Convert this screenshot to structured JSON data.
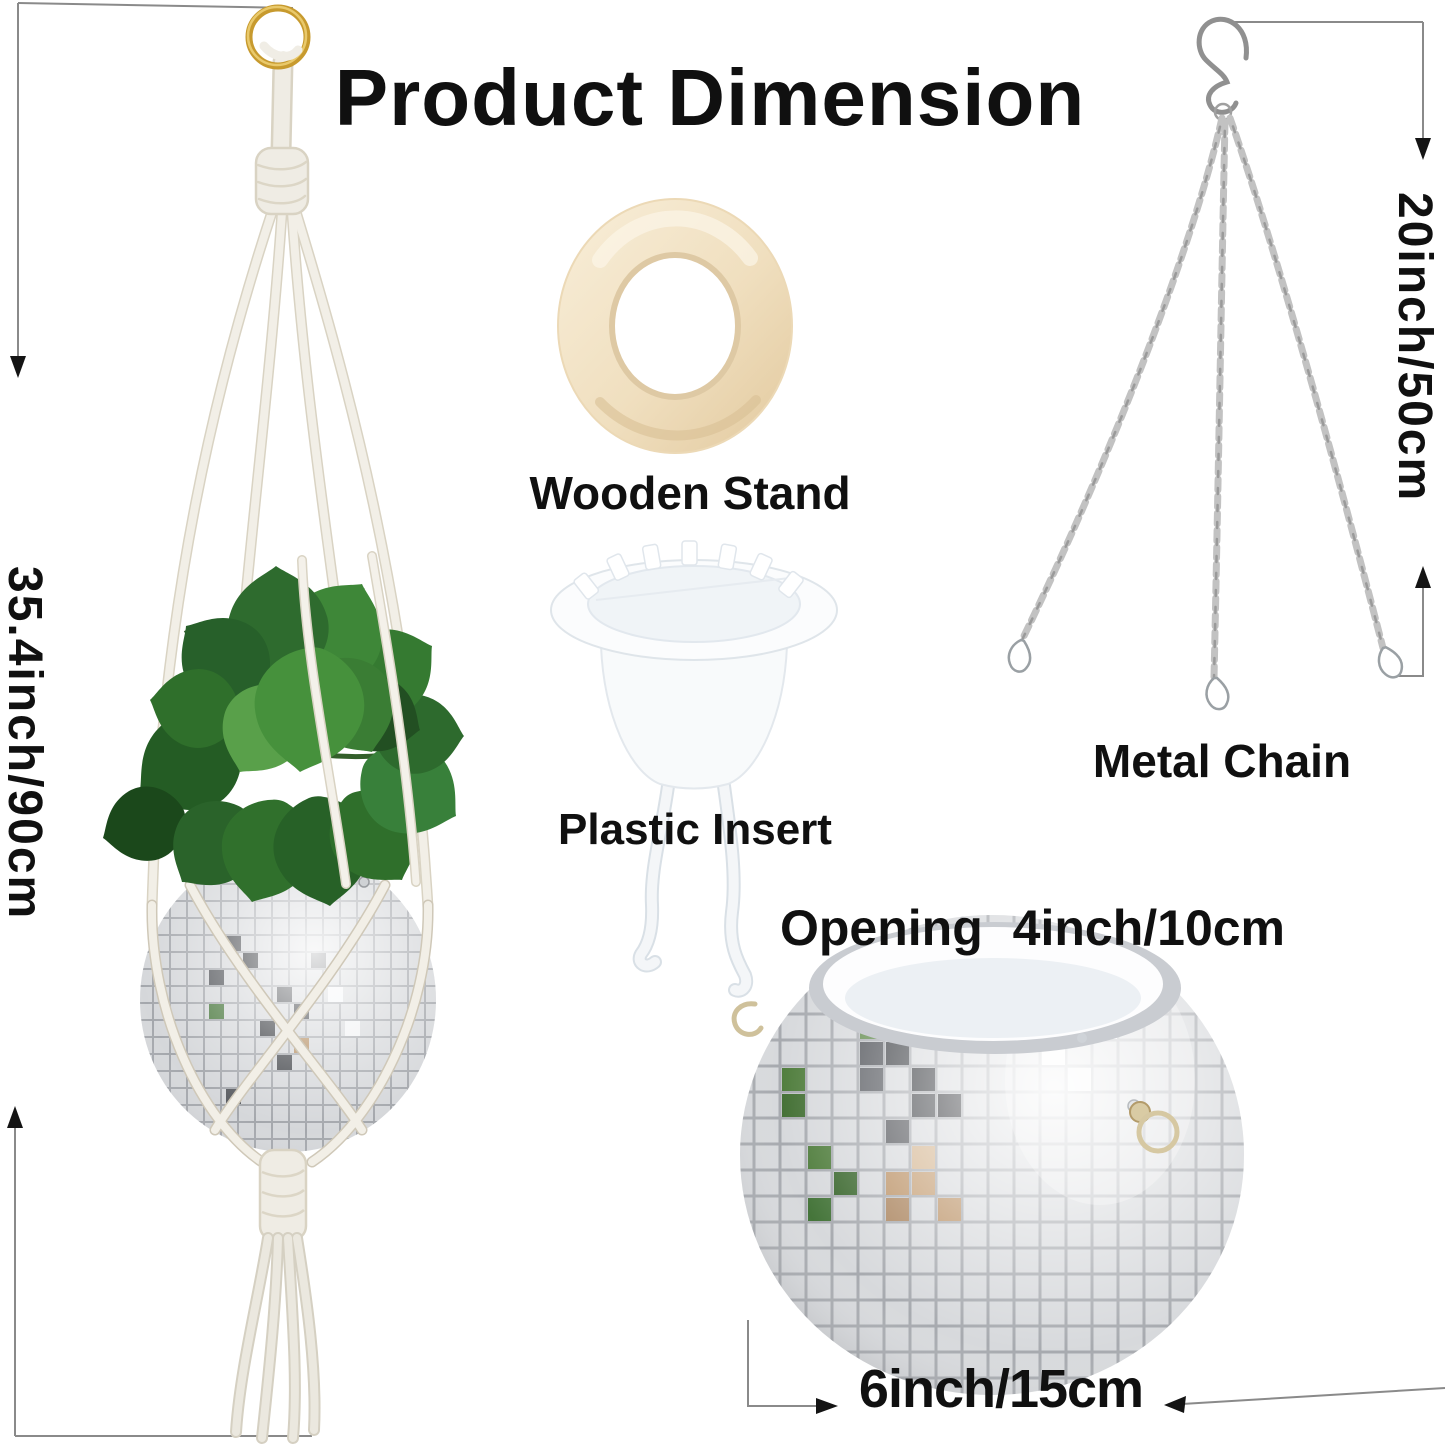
{
  "title": "Product Dimension",
  "hanger": {
    "dimension_label": "35.4inch/90cm"
  },
  "wooden_stand": {
    "label": "Wooden Stand"
  },
  "plastic_insert": {
    "label": "Plastic Insert"
  },
  "metal_chain": {
    "label": "Metal Chain",
    "dimension_label": "20inch/50cm"
  },
  "planter": {
    "opening_label": "Opening 4inch/10cm",
    "diameter_label": "6inch/15cm"
  },
  "colors": {
    "gold_ring": "#c79a2e",
    "leaf_green": "#2e6b2e",
    "tile_silver": "#d7d9dc",
    "rope_white": "#f2efe7",
    "wood_cream": "#f0dfbf",
    "dimension_line": "#8a8a8a"
  }
}
